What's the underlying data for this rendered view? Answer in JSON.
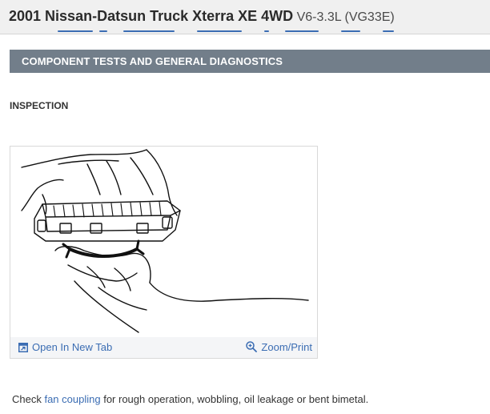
{
  "header": {
    "title_main": "2001 Nissan-Datsun Truck Xterra XE 4WD",
    "title_sub": "V6-3.3L (VG33E)"
  },
  "section": {
    "title": "COMPONENT TESTS AND GENERAL DIAGNOSTICS"
  },
  "content": {
    "heading": "INSPECTION",
    "figure": {
      "open_new_tab_label": "Open In New Tab",
      "zoom_print_label": "Zoom/Print",
      "open_icon": "open-new-tab-icon",
      "zoom_icon": "magnifier-plus-icon"
    },
    "paragraph": {
      "before": "Check ",
      "link": "fan coupling",
      "after": " for rough operation, wobbling, oil leakage or bent bimetal."
    }
  },
  "colors": {
    "section_bar": "#727e8a",
    "link": "#3b6db3",
    "header_bg": "#f0f0f0"
  }
}
